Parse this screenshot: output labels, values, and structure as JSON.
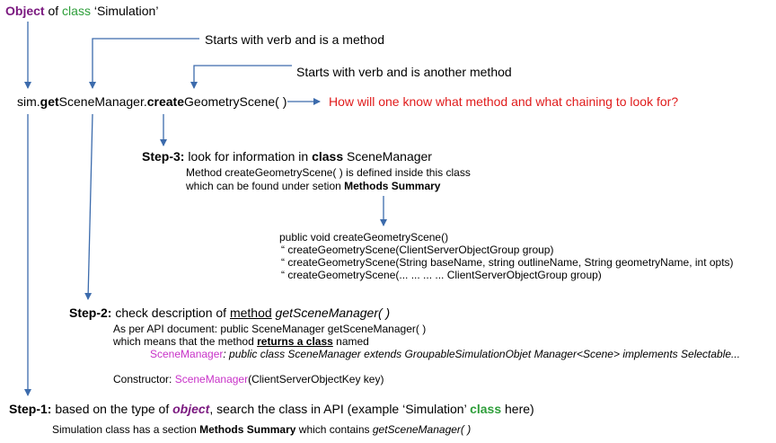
{
  "header": {
    "object_word": "Object",
    "of_text": " of ",
    "class_word": "class",
    "class_name": " ‘Simulation’"
  },
  "notes": {
    "verb_method": "Starts with verb and is a method",
    "verb_another_method": "Starts with verb and is another method",
    "question": "How will one know what method and what chaining to look for?"
  },
  "code_line": {
    "prefix": "sim.",
    "get_bold": "get",
    "get_rest": "SceneManager.",
    "create_bold": "create",
    "create_rest": "GeometryScene( )"
  },
  "step3": {
    "label": "Step-3:",
    "text_pre": " look for information in ",
    "class_word": "class",
    "class_name": " SceneManager",
    "line1": "Method createGeometryScene( ) is defined inside this class",
    "line2_pre": "which can be found under setion ",
    "line2_bold": "Methods Summary"
  },
  "methods_list": {
    "signature": "public void createGeometryScene()",
    "overloads": [
      "“  createGeometryScene(ClientServerObjectGroup group)",
      "“  createGeometryScene(String baseName, string outlineName, String geometryName, int opts)",
      "“  createGeometryScene(... ... ... ... ClientServerObjectGroup group)"
    ]
  },
  "step2": {
    "label": "Step-2:",
    "text_pre": " check description of ",
    "method_word": "method",
    "method_name": " getSceneManager( )",
    "line1": "As per API document: public SceneManager getSceneManager( )",
    "line2_pre": "which means that the method ",
    "line2_bold": "returns a class",
    "line2_post": " named",
    "line3_class": "SceneManager",
    "line3_rest": ": public class SceneManager extends GroupableSimulationObjet Manager<Scene> implements Selectable...",
    "constructor_label": "Constructor: ",
    "constructor_class": "SceneManager",
    "constructor_rest": "(ClientServerObjectKey key)"
  },
  "step1": {
    "label": "Step-1:",
    "text_pre": " based on the type of ",
    "object_word": "object",
    "text_mid": ", search the class in API (example ‘Simulation’ ",
    "class_word": "class",
    "text_post": " here)",
    "line1_pre": "Simulation class has a section ",
    "line1_bold": "Methods Summary",
    "line1_mid": " which contains ",
    "line1_italic": "getSceneManager( )"
  },
  "colors": {
    "arrow": "#3c6bac",
    "object_purple": "#7b1a80",
    "class_green": "#2e9e3a",
    "classname_magenta": "#c832c8",
    "question_red": "#e01b1b"
  }
}
